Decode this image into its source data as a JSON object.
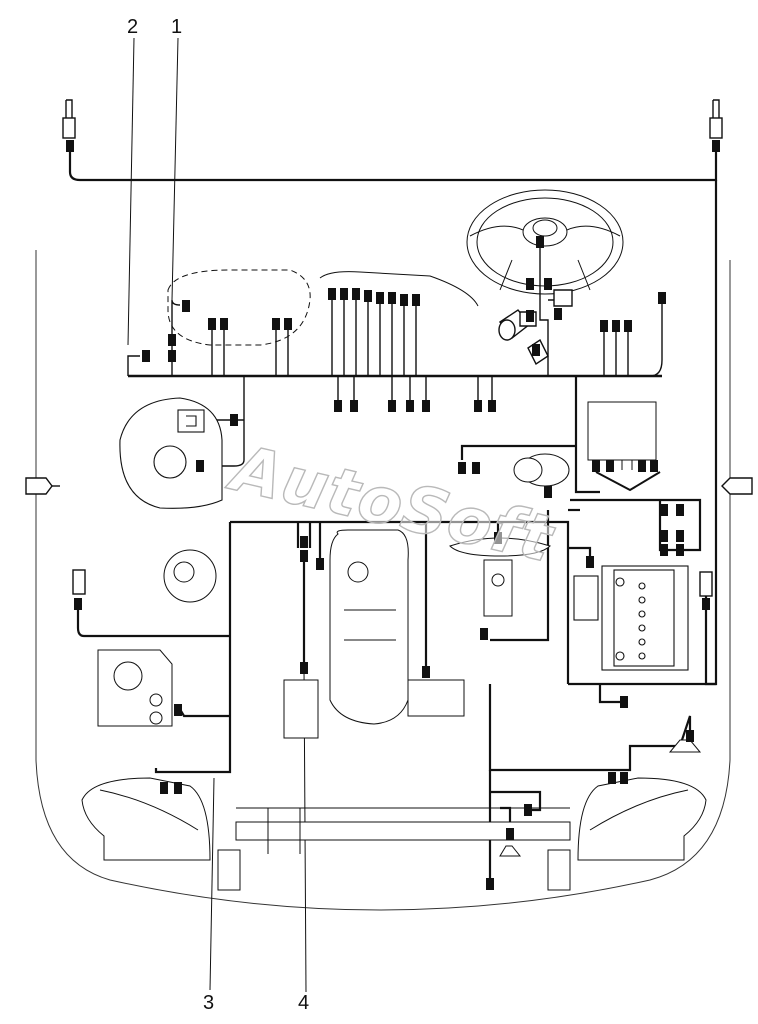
{
  "callouts": {
    "c1": "1",
    "c2": "2",
    "c3": "3",
    "c4": "4"
  },
  "watermark": "AutoSoft",
  "colors": {
    "line": "#111111",
    "outline": "#222222",
    "watermark_stroke": "#b9b9b9"
  }
}
